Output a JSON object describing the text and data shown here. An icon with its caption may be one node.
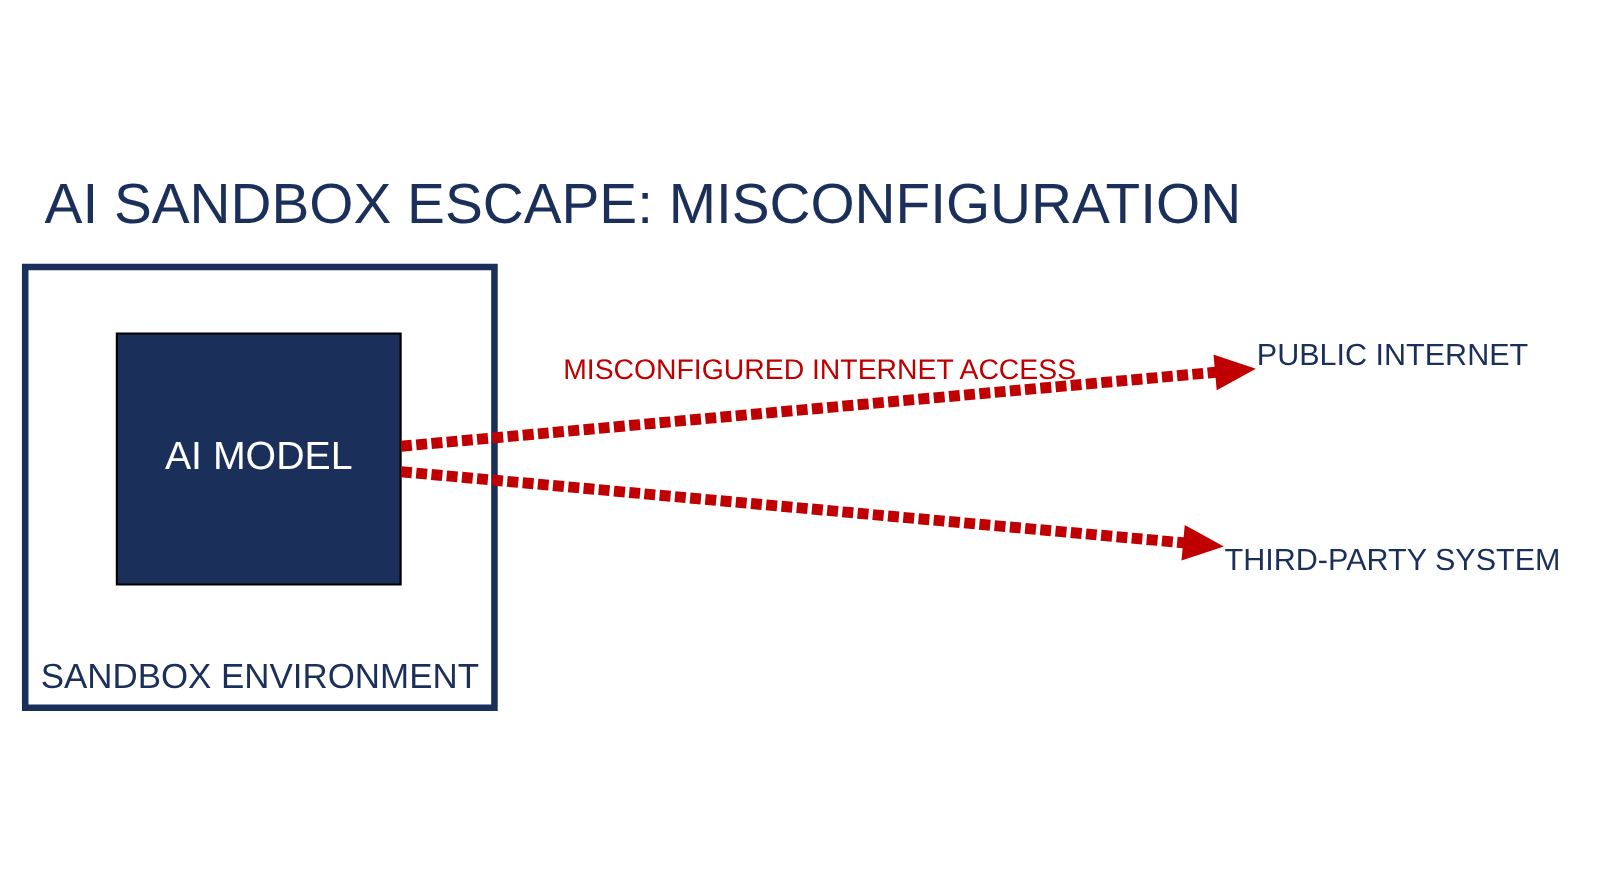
{
  "diagram": {
    "title": "AI SANDBOX ESCAPE: MISCONFIGURATION",
    "nodes": [
      {
        "text": [
          "SANDBOX ENVIRONMENT"
        ]
      },
      {
        "text": [
          "AI MODEL"
        ],
        "in": 0
      },
      {
        "text": [
          "PUBLIC INTERNET"
        ]
      },
      {
        "text": [
          "THIRD-PARTY SYSTEM"
        ]
      }
    ],
    "edges": [
      {
        "from": 1,
        "to": 2,
        "arrow": "to",
        "style": "dashed",
        "label": "MISCONFIGURED INTERNET ACCESS"
      },
      {
        "from": 1,
        "to": 3,
        "arrow": "to",
        "style": "dashed"
      }
    ]
  }
}
